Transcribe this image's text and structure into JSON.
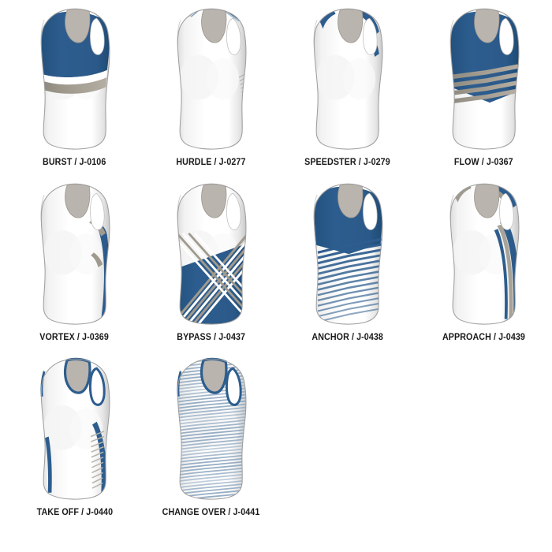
{
  "palette": {
    "navy": "#2d5d8e",
    "navy_dark": "#24507c",
    "navy_deep": "#1f4a74",
    "gray": "#a09a8e",
    "gray_light": "#c3beb4",
    "shadow": "#d9d9d9",
    "shade": "#cfcfcf",
    "skin_shadow": "#b9b4ad",
    "white": "#ffffff",
    "label_text": "#1a1a1a",
    "pinstripe_blue": "#8fa8c0"
  },
  "grid": {
    "columns": 4,
    "rows": 3,
    "total_items": 10
  },
  "products": [
    {
      "id": "burst",
      "name": "BURST",
      "code": "J-0106",
      "label": "BURST / J-0106",
      "style": "navy-yoke-gray-band"
    },
    {
      "id": "hurdle",
      "name": "HURDLE",
      "code": "J-0277",
      "label": "HURDLE / J-0277",
      "style": "shoulder-pinstripes"
    },
    {
      "id": "speedster",
      "name": "SPEEDSTER",
      "code": "J-0279",
      "label": "SPEEDSTER / J-0279",
      "style": "navy-shoulder-straps"
    },
    {
      "id": "flow",
      "name": "FLOW",
      "code": "J-0367",
      "label": "FLOW / J-0367",
      "style": "navy-panel-gray-chevrons"
    },
    {
      "id": "vortex",
      "name": "VORTEX",
      "code": "J-0369",
      "label": "VORTEX / J-0369",
      "style": "navy-side-panel"
    },
    {
      "id": "bypass",
      "name": "BYPASS",
      "code": "J-0437",
      "label": "BYPASS / J-0437",
      "style": "diagonal-cross-stripes"
    },
    {
      "id": "anchor",
      "name": "ANCHOR",
      "code": "J-0438",
      "label": "ANCHOR / J-0438",
      "style": "navy-yoke-chevron-fade"
    },
    {
      "id": "approach",
      "name": "APPROACH",
      "code": "J-0439",
      "label": "APPROACH / J-0439",
      "style": "navy-side-swoosh"
    },
    {
      "id": "takeoff",
      "name": "TAKE OFF",
      "code": "J-0440",
      "label": "TAKE OFF / J-0440",
      "style": "navy-trim-side-stripes"
    },
    {
      "id": "changeover",
      "name": "CHANGE OVER",
      "code": "J-0441",
      "label": "CHANGE OVER / J-0441",
      "style": "allover-pinstripes"
    }
  ]
}
